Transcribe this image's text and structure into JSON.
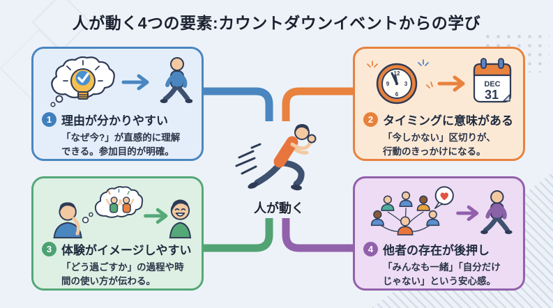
{
  "page": {
    "title": "人が動く4つの要素:カウントダウンイベントからの学び",
    "background_color": "#edf2f8",
    "title_color": "#1a2230"
  },
  "center": {
    "label": "人が動く",
    "illustration": "running-person"
  },
  "boxes": [
    {
      "number": "1",
      "title": "理由が分かりやすい",
      "body": "「なぜ今?」が直感的に理解\nできる。参加目的が明確。",
      "accent_color": "#4a86c0",
      "fill_color": "#e4eefa",
      "illustration": "idea-lightbulb-in-thought-cloud-arrow-walking-person"
    },
    {
      "number": "2",
      "title": "タイミングに意味がある",
      "body": "「今しかない」区切りが、\n行動のきっかけになる。",
      "accent_color": "#e8823e",
      "fill_color": "#fbe9d6",
      "illustration": "countdown-clock-with-fireworks-arrow-calendar",
      "clock_numbers": [
        "12",
        "3",
        "6",
        "9"
      ],
      "calendar": {
        "month": "DEC",
        "day": "31"
      }
    },
    {
      "number": "3",
      "title": "体験がイメージしやすい",
      "body": "「どう過ごすか」の過程や時\n間の使い方が伝わる。",
      "accent_color": "#55a878",
      "fill_color": "#def0e4",
      "illustration": "person-imagining-celebration-arrow-happy-person"
    },
    {
      "number": "4",
      "title": "他者の存在が後押し",
      "body": "「みんなも一緒」「自分だけ\nじゃない」という安心感。",
      "accent_color": "#9261ab",
      "fill_color": "#eddcf4",
      "illustration": "group-network-with-heart-bubble-arrow-walking-person"
    }
  ],
  "connectors": [
    {
      "from": "box-1",
      "to": "center",
      "color": "#4a86c0"
    },
    {
      "from": "box-2",
      "to": "center",
      "color": "#e8823e"
    },
    {
      "from": "box-3",
      "to": "center",
      "color": "#52a374"
    },
    {
      "from": "box-4",
      "to": "center",
      "color": "#9261ab"
    }
  ]
}
